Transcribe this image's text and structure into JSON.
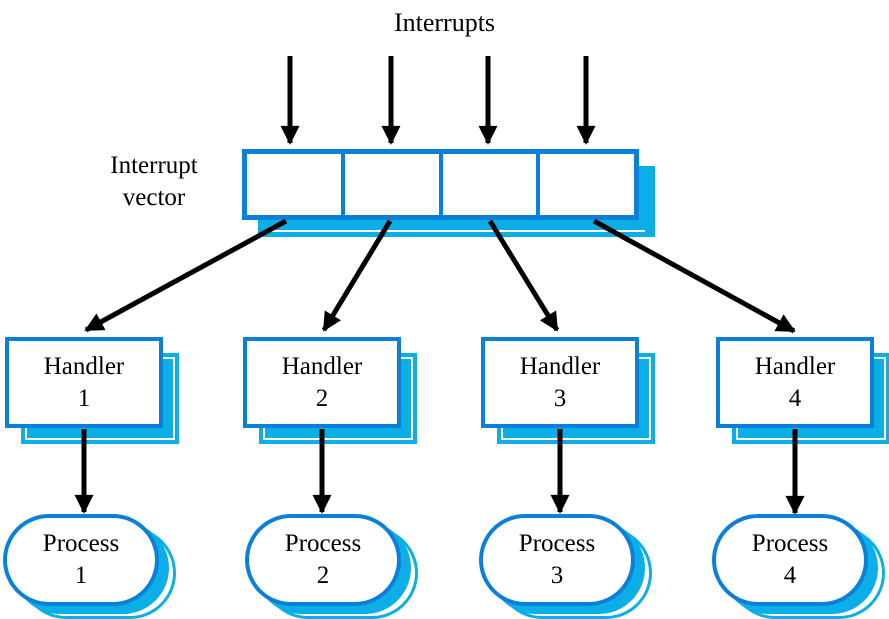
{
  "title": "Interrupts",
  "colors": {
    "node_border_blue": "#0a80d8",
    "shadow_cyan": "#0caee8",
    "arrow_color": "#000000",
    "background": "#ffffff",
    "text_color": "#000000"
  },
  "interrupt_vector": {
    "label_line1": "Interrupt",
    "label_line2": "vector",
    "cell_count": 4
  },
  "handlers": [
    {
      "title": "Handler",
      "number": "1"
    },
    {
      "title": "Handler",
      "number": "2"
    },
    {
      "title": "Handler",
      "number": "3"
    },
    {
      "title": "Handler",
      "number": "4"
    }
  ],
  "processes": [
    {
      "title": "Process",
      "number": "1"
    },
    {
      "title": "Process",
      "number": "2"
    },
    {
      "title": "Process",
      "number": "3"
    },
    {
      "title": "Process",
      "number": "4"
    }
  ]
}
